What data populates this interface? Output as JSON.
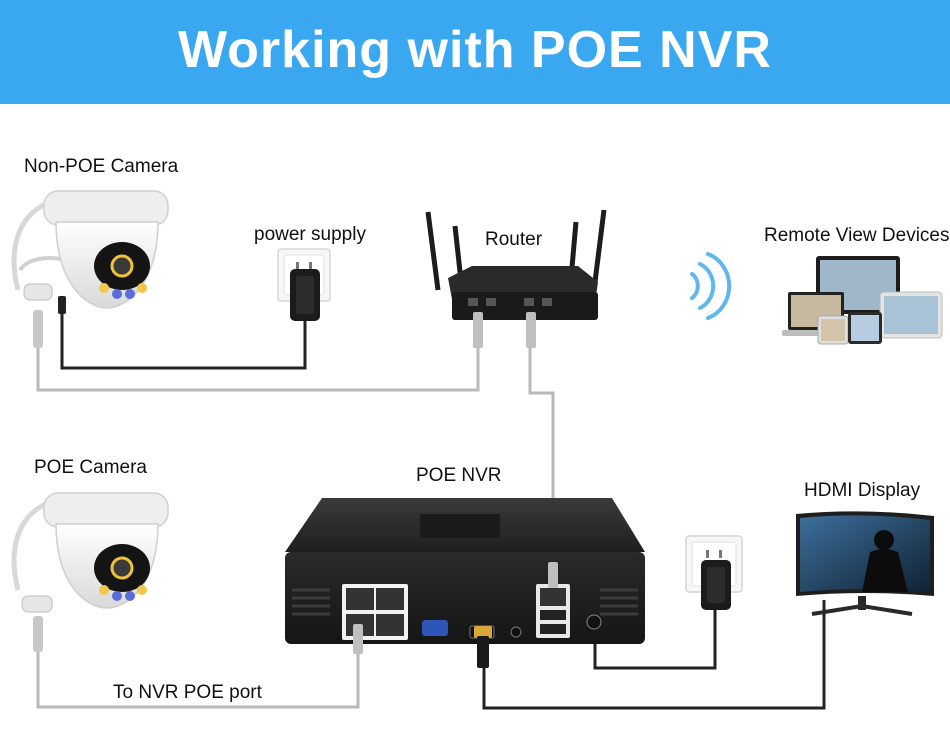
{
  "header": {
    "title": "Working with POE NVR"
  },
  "labels": {
    "non_poe_camera": "Non-POE Camera",
    "power_supply": "power supply",
    "router": "Router",
    "remote_view_devices": "Remote View Devices",
    "poe_camera": "POE Camera",
    "poe_nvr": "POE NVR",
    "hdmi_display": "HDMI Display",
    "to_nvr_poe_port": "To NVR POE port"
  },
  "colors": {
    "banner": "#3aa8f0",
    "wifi": "#5fb7ee",
    "cable_gray": "#b9b9b9",
    "cable_black": "#222222",
    "device_dark": "#2b2b2b"
  },
  "icons": [
    "dome-camera-icon",
    "wall-outlet-icon",
    "power-adapter-icon",
    "router-icon",
    "wifi-signal-icon",
    "monitor-icon",
    "laptop-icon",
    "tablet-icon",
    "phone-icon",
    "nvr-icon",
    "rj45-connector-icon",
    "hdmi-connector-icon"
  ]
}
